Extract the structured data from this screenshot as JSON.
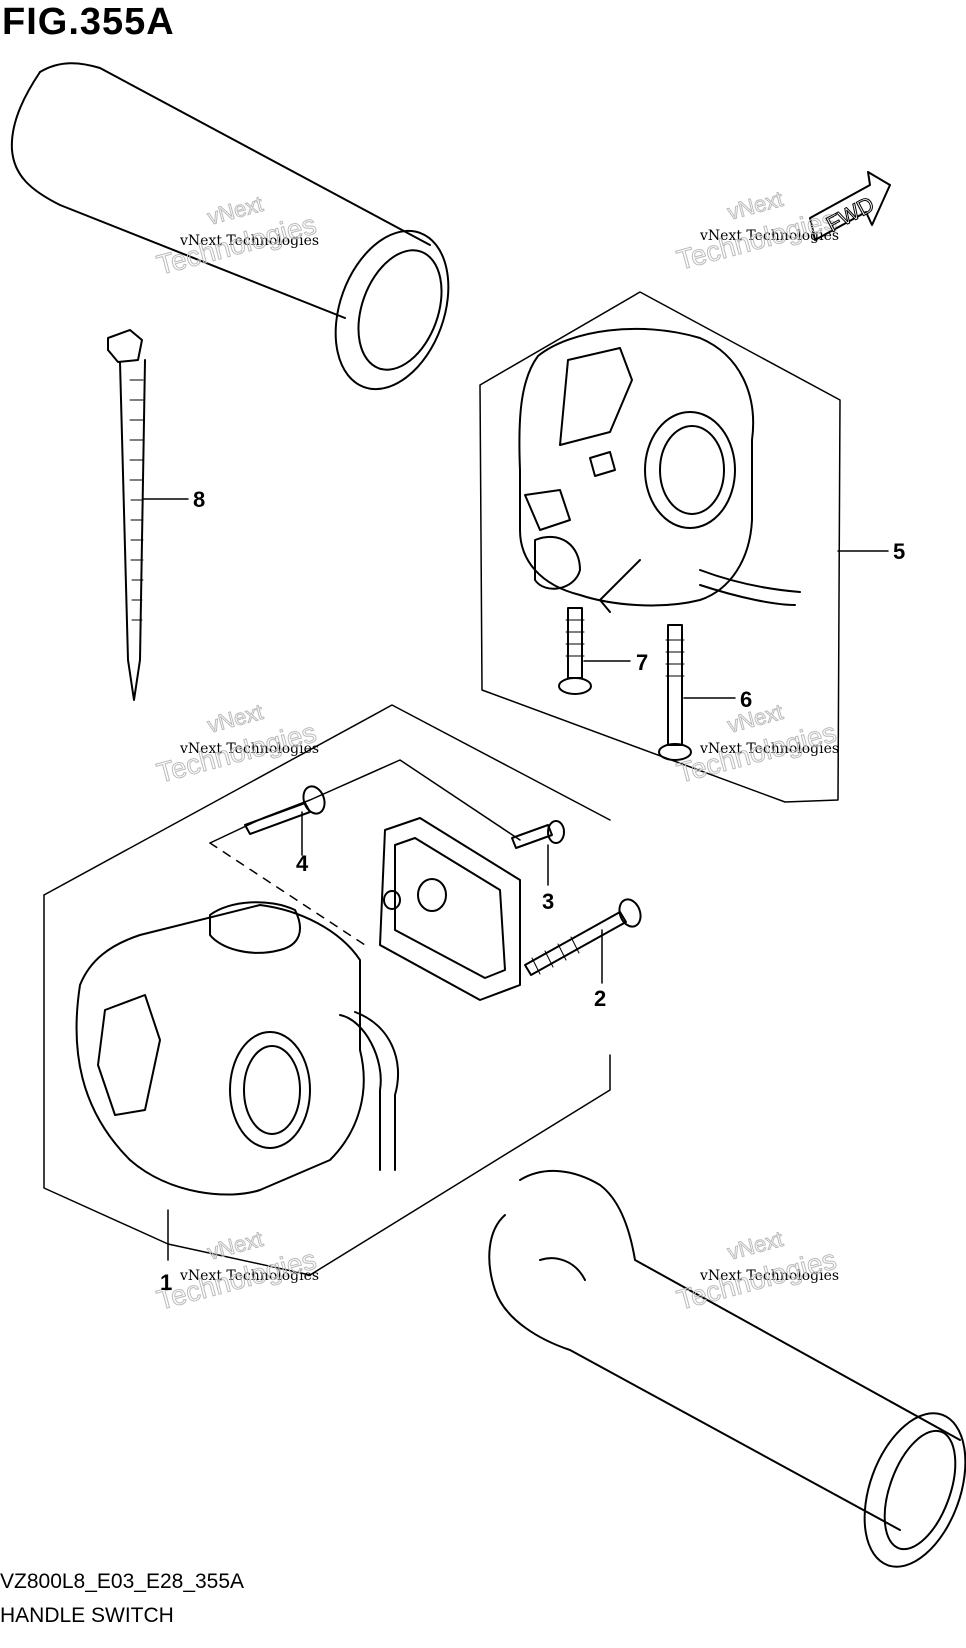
{
  "figure": {
    "title": "FIG.355A",
    "code": "VZ800L8_E03_E28_355A",
    "name": "HANDLE SWITCH"
  },
  "callouts": [
    "1",
    "2",
    "3",
    "4",
    "5",
    "6",
    "7",
    "8"
  ],
  "fwd_label": "FWD",
  "watermark": {
    "line1": "vNext Technologies",
    "line2": "Technologies",
    "line3": "vNext"
  }
}
